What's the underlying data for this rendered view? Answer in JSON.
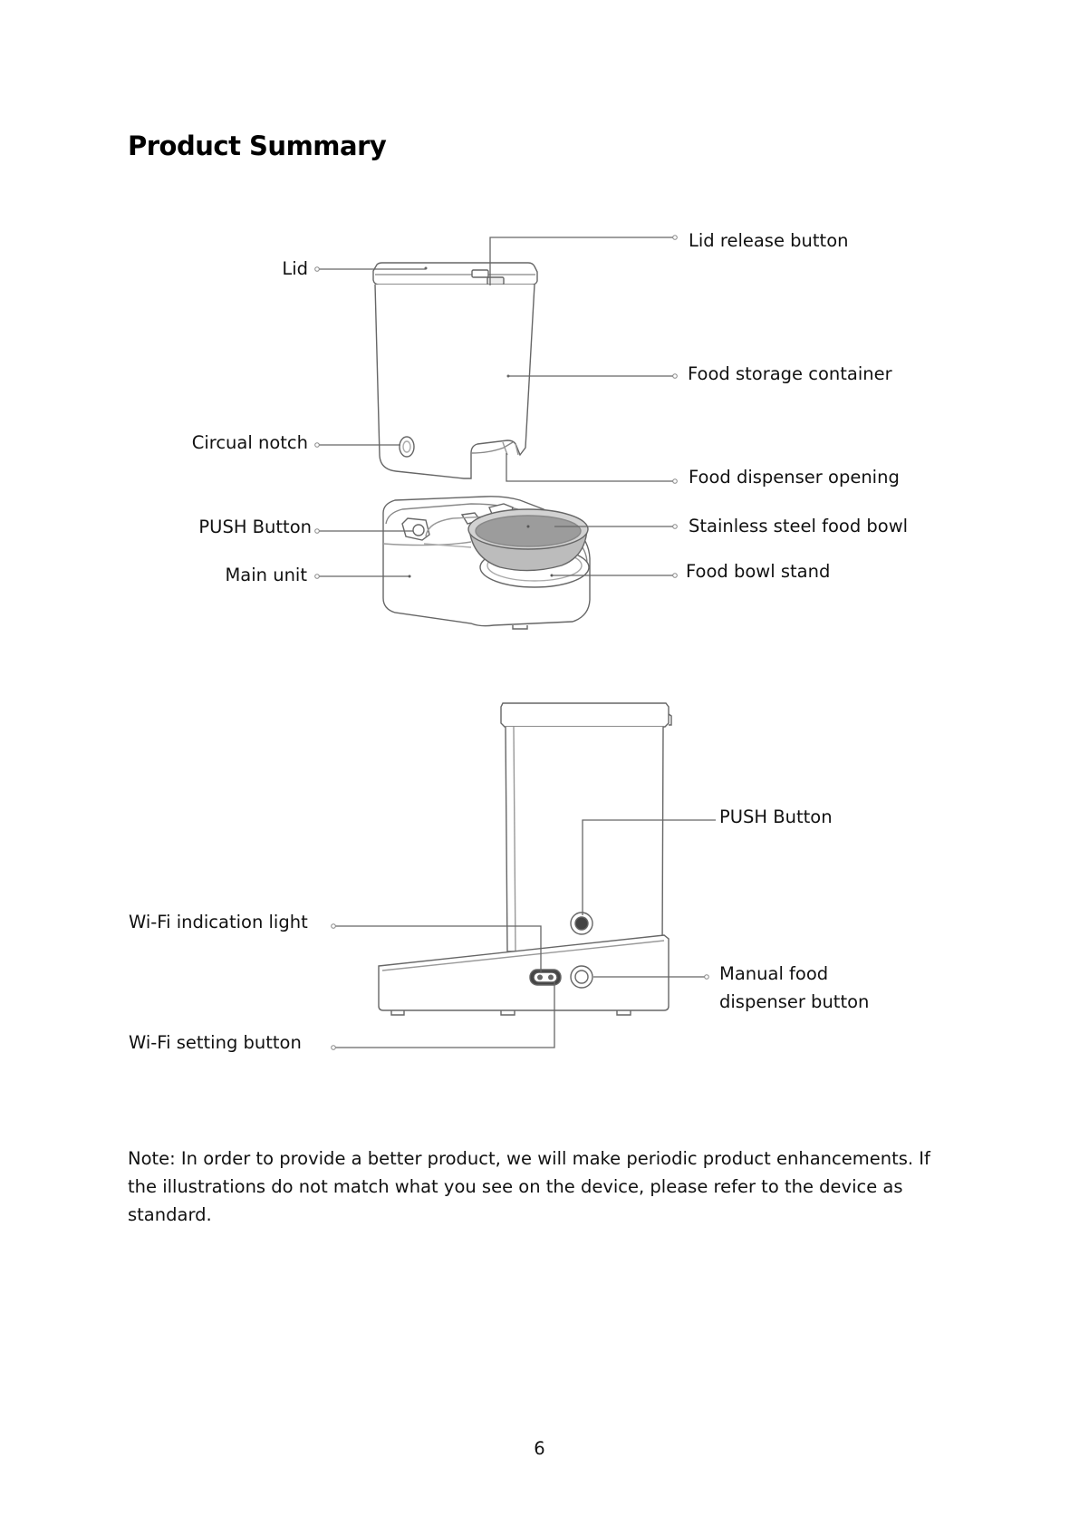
{
  "page": {
    "title": "Product Summary",
    "page_number": "6"
  },
  "diagram_top": {
    "labels": {
      "lid": "Lid",
      "lid_release_button": "Lid release button",
      "food_storage_container": "Food storage container",
      "circual_notch": "Circual notch",
      "food_dispenser_opening": "Food dispenser opening",
      "push_button": "PUSH Button",
      "stainless_steel_food_bowl": "Stainless steel food bowl",
      "main_unit": "Main unit",
      "food_bowl_stand": "Food bowl stand"
    }
  },
  "diagram_bottom": {
    "labels": {
      "push_button": "PUSH Button",
      "wifi_indication_light": "Wi-Fi indication light",
      "manual_food_dispenser_line1": "Manual food",
      "manual_food_dispenser_line2": "dispenser button",
      "wifi_setting_button": "Wi-Fi setting button"
    }
  },
  "note": "Note: In order to provide a better product, we will make periodic product enhancements. If the illustrations do not match what you see on the device, please refer to the device as standard."
}
